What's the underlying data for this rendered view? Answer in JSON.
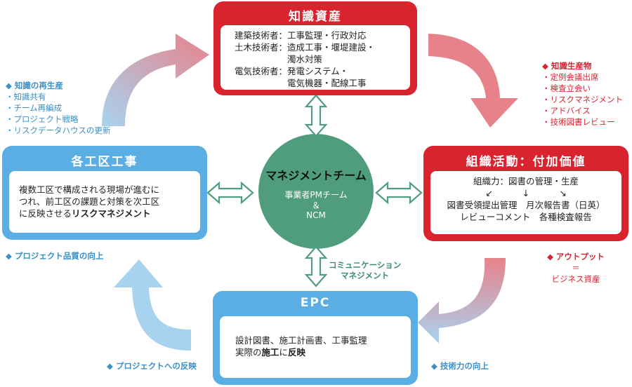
{
  "knowledge_assets": {
    "title": "知識資産",
    "lines": [
      "建築技術者：工事監理・行政対応",
      "土木技術者：造成工事・堰堤建設・",
      "　　　　　　濁水対策",
      "電気技術者：発電システム・",
      "　　　　　　電気機器・配線工事"
    ]
  },
  "org_activity": {
    "title": "組織活動：付加価値",
    "line1": "組織力：図書の管理・生産",
    "arrows": [
      "↙",
      "↓",
      "↘"
    ],
    "line2": "図書受領提出管理　月次報告書（日英）",
    "line3": "レビューコメント　各種検査報告"
  },
  "each_site": {
    "title": "各工区工事",
    "line1": "複数工区で構成される現場が進むに",
    "line2": "つれ、前工区の課題と対策を次工区",
    "line3_plain": "に反映させる",
    "line3_bold": "リスクマネジメント"
  },
  "epc": {
    "title": "EPC",
    "line1": "設計図書、施工計画書、工事監理",
    "line2_plain1": "実際の",
    "line2_bold": "施工",
    "line2_plain2": "に",
    "line2_bold2": "反映"
  },
  "center": {
    "title": "マネジメントチーム",
    "sub1": "事業者PMチーム",
    "sub2": "＆",
    "sub3": "NCM"
  },
  "comm_label": [
    "コミュニケーション",
    "マネジメント"
  ],
  "annotations": {
    "regen": {
      "head": "◆ 知識の再生産",
      "items": [
        "・知識共有",
        "・チーム再編成",
        "・プロジェクト戦略",
        "・リスクデータハウスの更新"
      ]
    },
    "products": {
      "head": "◆ 知識生産物",
      "items": [
        "・定例会議出席",
        "・検査立会い",
        "・リスクマネジメント",
        "・アドバイス",
        "・技術図書レビュー"
      ]
    },
    "output": {
      "head": "◆ アウトプット",
      "eq": "＝",
      "value": "ビジネス資産"
    },
    "quality": "◆ プロジェクト品質の向上",
    "feedback": "◆ プロジェクトへの反映",
    "tech": "◆ 技術力の向上"
  },
  "colors": {
    "red": "#d9232f",
    "blue": "#5aaee3",
    "green": "#4f9d7e",
    "pale_red": "#e8828a",
    "pale_blue": "#a8d3ef"
  }
}
